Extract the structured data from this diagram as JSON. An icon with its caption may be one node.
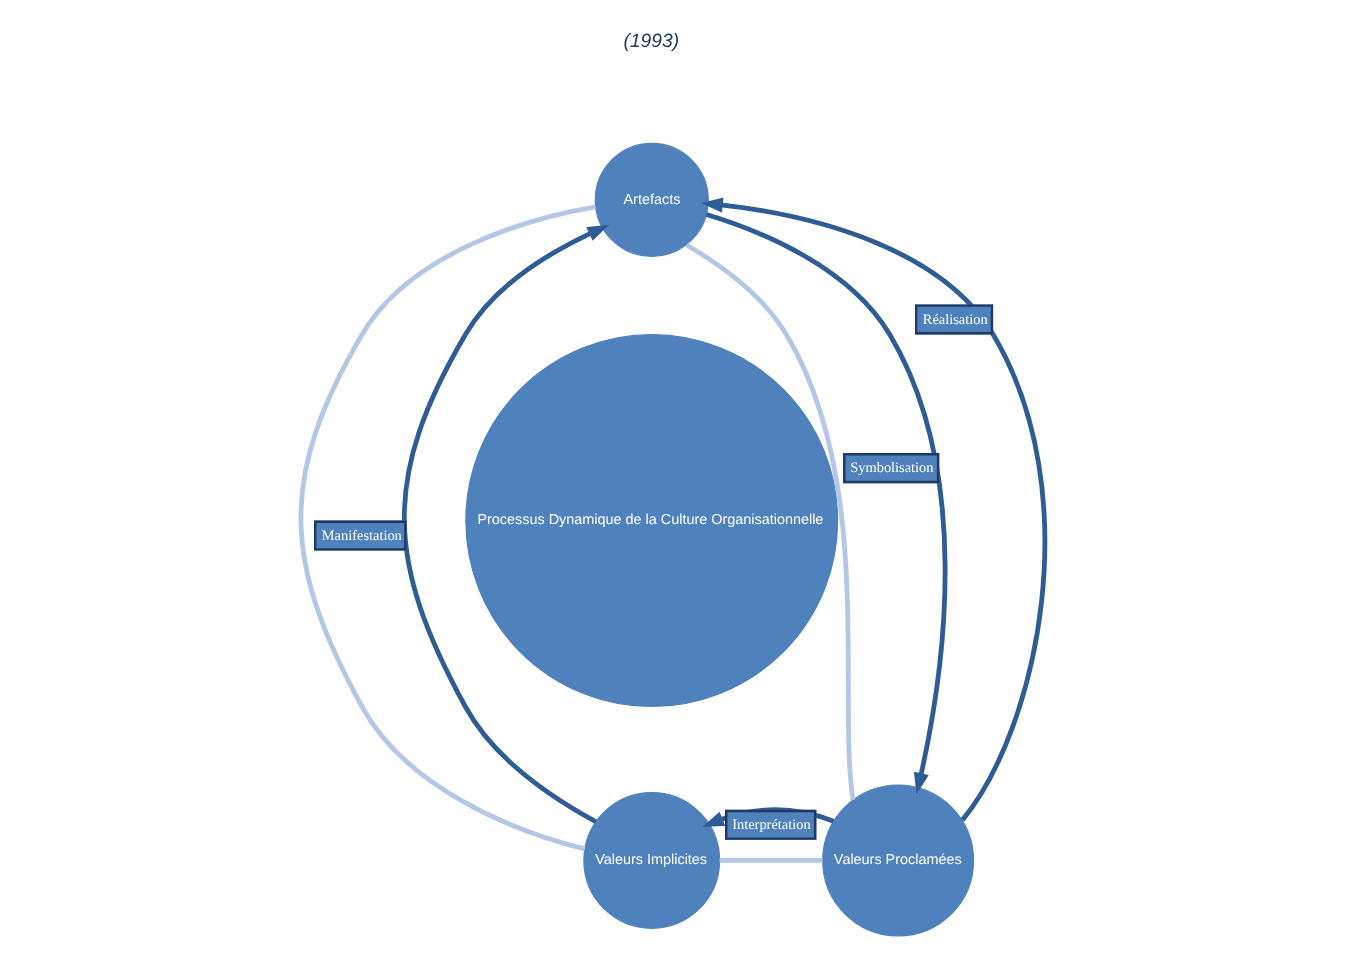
{
  "diagram": {
    "nodes": [
      {
        "text": [
          "Artefacts"
        ]
      },
      {
        "text": [
          "Processus Dynamique de la Culture Organisationnelle"
        ]
      },
      {
        "text": [
          "Valeurs Implicites"
        ]
      },
      {
        "text": [
          "Valeurs Proclamées"
        ]
      }
    ],
    "edges": [
      {
        "from": 0,
        "to": 2,
        "arrow": "none",
        "color": "#b4c7e7"
      },
      {
        "from": 0,
        "to": 3,
        "arrow": "none",
        "color": "#b4c7e7"
      },
      {
        "from": 2,
        "to": 3,
        "arrow": "none",
        "color": "#b4c7e7"
      },
      {
        "from": 2,
        "to": 0,
        "arrow": "to",
        "label": "Manifestation"
      },
      {
        "from": 0,
        "to": 3,
        "arrow": "to",
        "label": "Symbolisation"
      },
      {
        "from": 3,
        "to": 0,
        "arrow": "to",
        "label": "Réalisation"
      },
      {
        "from": 3,
        "to": 2,
        "arrow": "to",
        "label": "Interprétation"
      }
    ],
    "labels": [
      "(1993)"
    ]
  }
}
